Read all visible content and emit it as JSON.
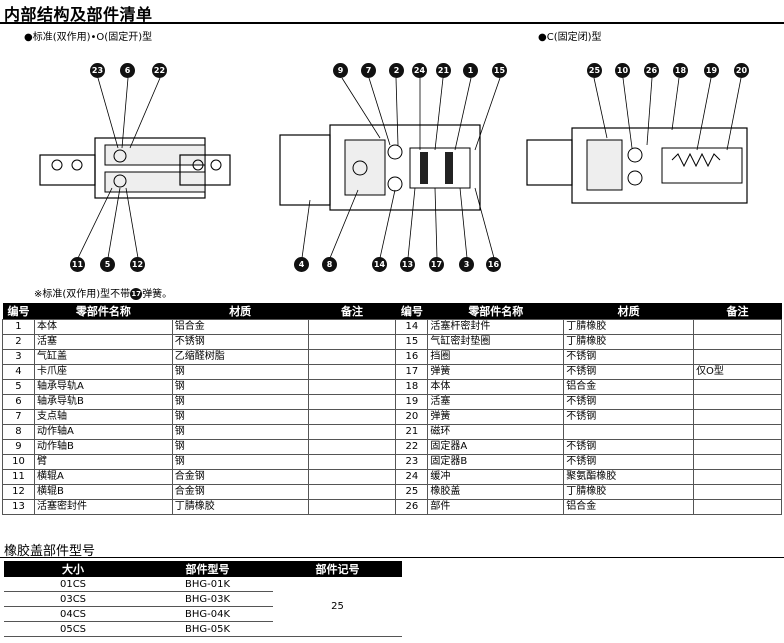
{
  "title": "内部结构及部件清单",
  "cap_left": "●标准(双作用)•O(固定开)型",
  "cap_right": "●C(固定闭)型",
  "note_prefix": "※标准(双作用)型不带",
  "note_num": "17",
  "note_suffix": "弹簧。",
  "callouts": {
    "left_top": [
      "23",
      "6",
      "22"
    ],
    "left_bottom": [
      "11",
      "5",
      "12"
    ],
    "mid_top": [
      "9",
      "7",
      "2",
      "24",
      "21",
      "1",
      "15"
    ],
    "mid_bottom": [
      "4",
      "8",
      "14",
      "13",
      "17",
      "3",
      "16"
    ],
    "right_top": [
      "25",
      "10",
      "26",
      "18",
      "19",
      "20"
    ]
  },
  "parts_table": {
    "headers": [
      "编号",
      "零部件名称",
      "材质",
      "备注",
      "编号",
      "零部件名称",
      "材质",
      "备注"
    ],
    "rows": [
      [
        "1",
        "本体",
        "铝合金",
        "",
        "14",
        "活塞杆密封件",
        "丁腈橡胶",
        ""
      ],
      [
        "2",
        "活塞",
        "不锈钢",
        "",
        "15",
        "气缸密封垫圈",
        "丁腈橡胶",
        ""
      ],
      [
        "3",
        "气缸盖",
        "乙缩醛树脂",
        "",
        "16",
        "挡圈",
        "不锈钢",
        ""
      ],
      [
        "4",
        "卡爪座",
        "钢",
        "",
        "17",
        "弹簧",
        "不锈钢",
        "仅O型"
      ],
      [
        "5",
        "轴承导轨A",
        "钢",
        "",
        "18",
        "本体",
        "铝合金",
        ""
      ],
      [
        "6",
        "轴承导轨B",
        "钢",
        "",
        "19",
        "活塞",
        "不锈钢",
        ""
      ],
      [
        "7",
        "支点轴",
        "钢",
        "",
        "20",
        "弹簧",
        "不锈钢",
        ""
      ],
      [
        "8",
        "动作轴A",
        "钢",
        "",
        "21",
        "磁环",
        "",
        ""
      ],
      [
        "9",
        "动作轴B",
        "钢",
        "",
        "22",
        "固定器A",
        "不锈钢",
        ""
      ],
      [
        "10",
        "臂",
        "钢",
        "",
        "23",
        "固定器B",
        "不锈钢",
        ""
      ],
      [
        "11",
        "横辊A",
        "合金钢",
        "",
        "24",
        "缓冲",
        "聚氨酯橡胶",
        ""
      ],
      [
        "12",
        "横辊B",
        "合金钢",
        "",
        "25",
        "橡胶盖",
        "丁腈橡胶",
        ""
      ],
      [
        "13",
        "活塞密封件",
        "丁腈橡胶",
        "",
        "26",
        "部件",
        "铝合金",
        ""
      ]
    ]
  },
  "rubber_title": "橡胶盖部件型号",
  "rubber_table": {
    "headers": [
      "大小",
      "部件型号",
      "部件记号"
    ],
    "rows": [
      [
        "01CS",
        "BHG-01K"
      ],
      [
        "03CS",
        "BHG-03K"
      ],
      [
        "04CS",
        "BHG-04K"
      ],
      [
        "05CS",
        "BHG-05K"
      ]
    ],
    "mark": "25"
  }
}
